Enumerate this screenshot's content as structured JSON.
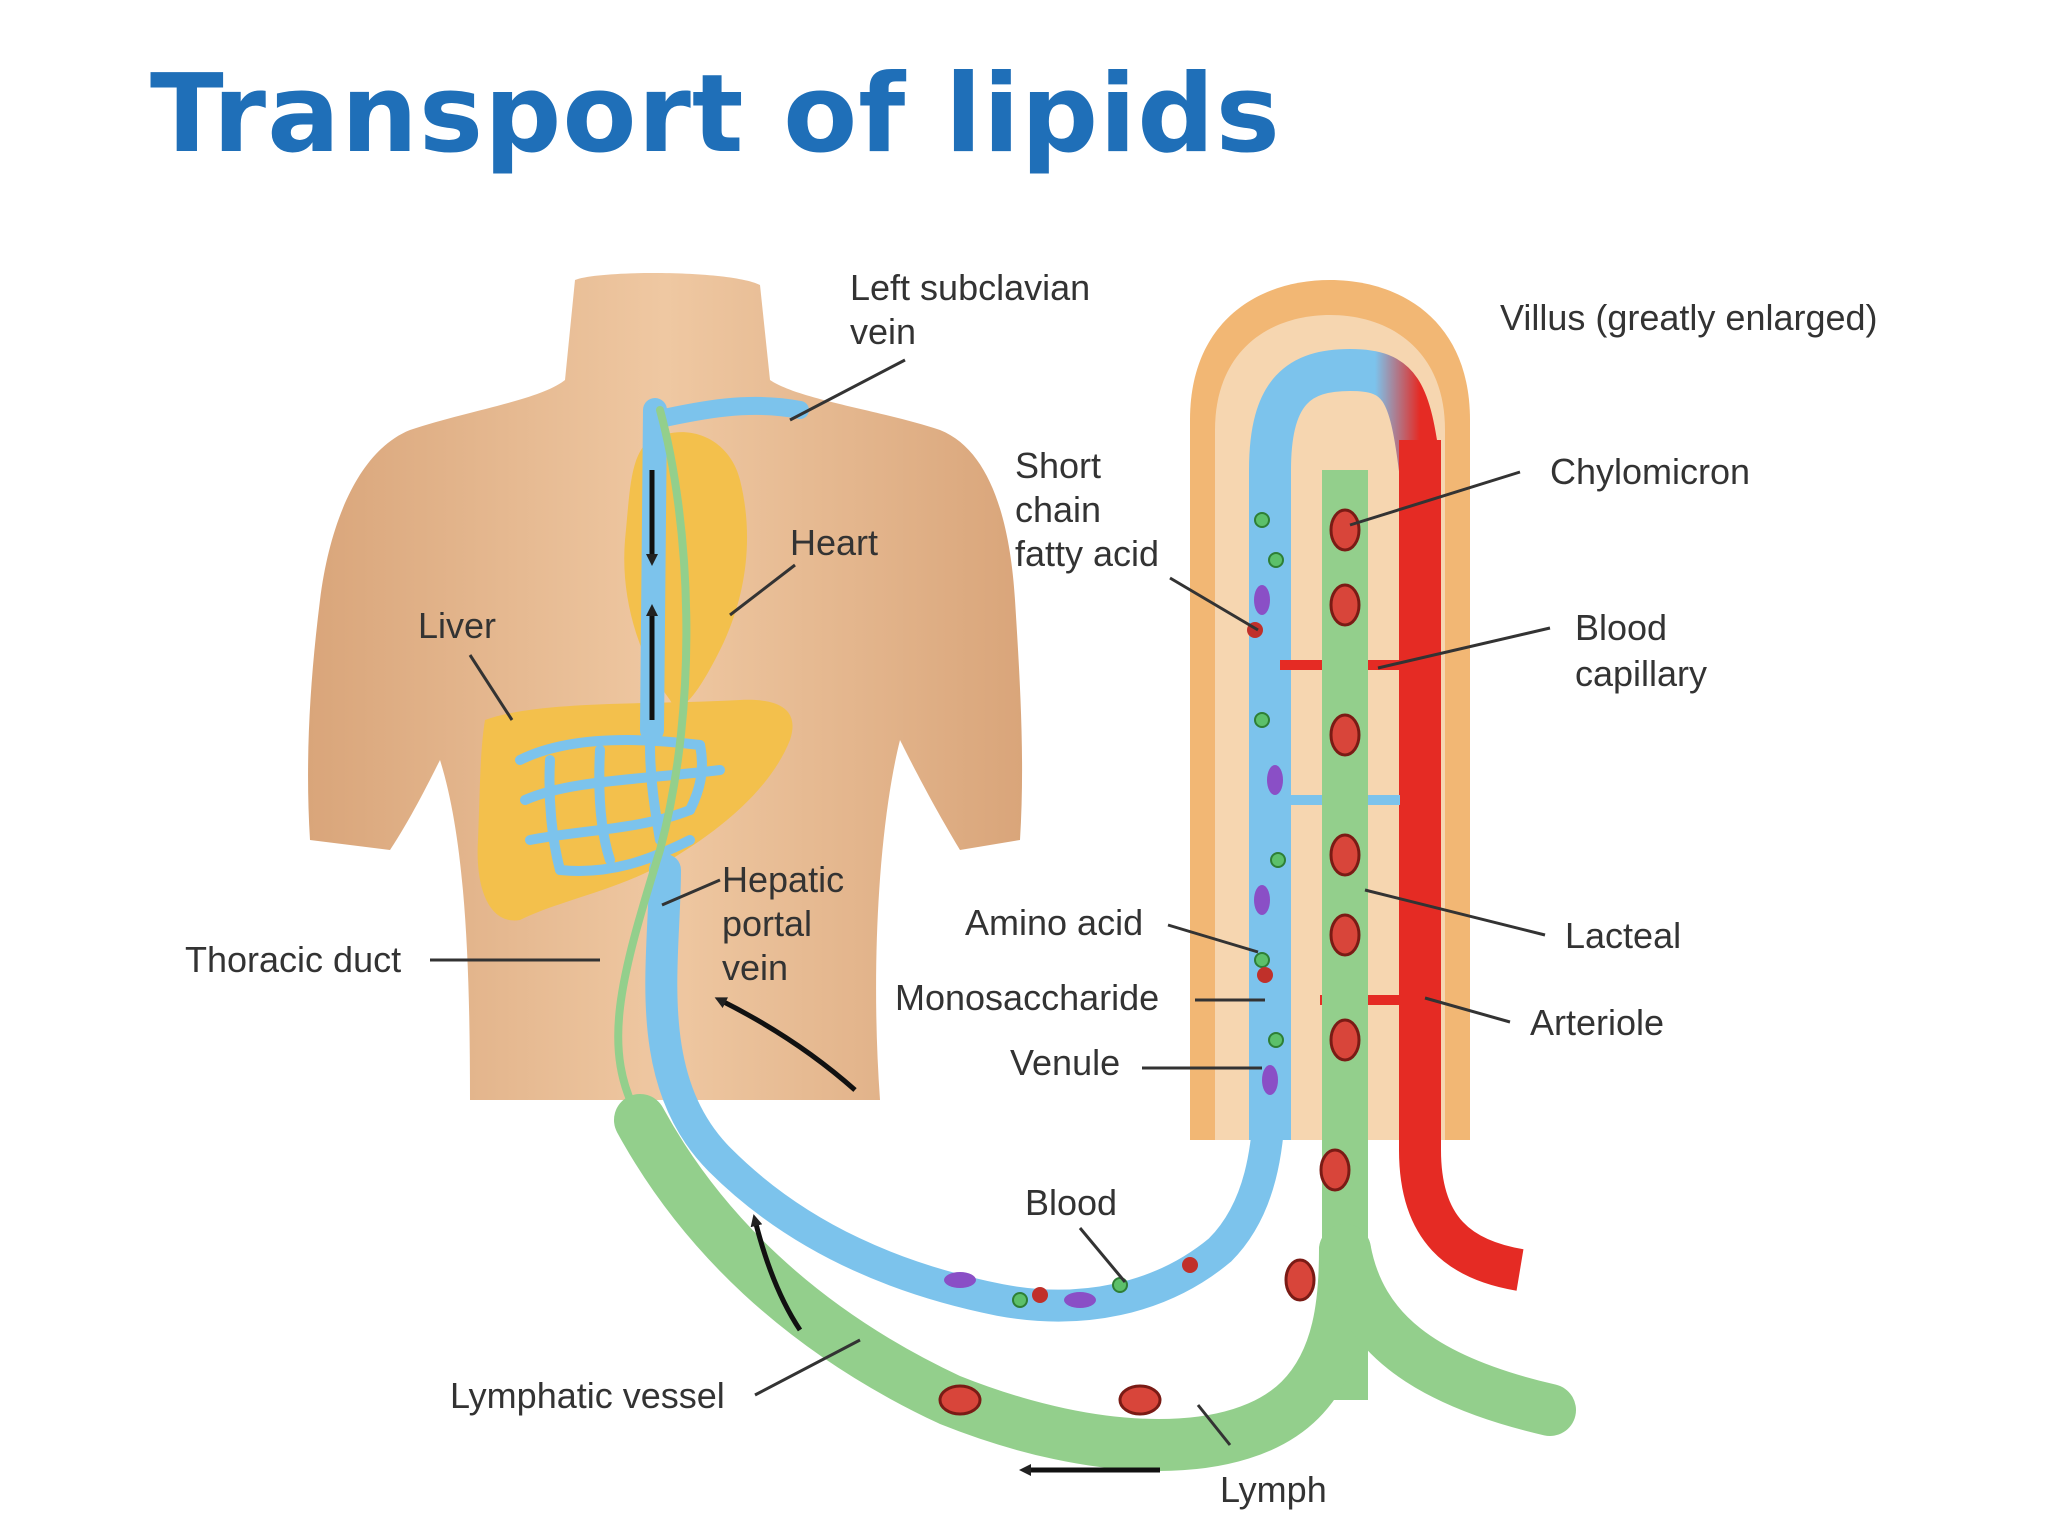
{
  "title": "Transport of lipids",
  "colors": {
    "title": "#1f6fb8",
    "skin": "#ecc19a",
    "organ": "#f3c04c",
    "blood_vessel": "#7cc3ec",
    "lymph_vessel": "#93cf8c",
    "artery": "#e52b24",
    "villus": "#f2b774",
    "label_text": "#333333"
  },
  "labels": {
    "left_subclavian_vein": [
      "Left subclavian",
      "vein"
    ],
    "heart": [
      "Heart"
    ],
    "liver": [
      "Liver"
    ],
    "hepatic_portal_vein": [
      "Hepatic",
      "portal",
      "vein"
    ],
    "thoracic_duct": [
      "Thoracic duct"
    ],
    "villus": [
      "Villus (greatly enlarged)"
    ],
    "short_chain_fatty_acid": [
      "Short",
      "chain",
      "fatty acid"
    ],
    "chylomicron": [
      "Chylomicron"
    ],
    "blood_capillary": [
      "Blood",
      "capillary"
    ],
    "amino_acid": [
      "Amino acid"
    ],
    "monosaccharide": [
      "Monosaccharide"
    ],
    "venule": [
      "Venule"
    ],
    "lacteal": [
      "Lacteal"
    ],
    "arteriole": [
      "Arteriole"
    ],
    "blood": [
      "Blood"
    ],
    "lymphatic_vessel": [
      "Lymphatic vessel"
    ],
    "lymph": [
      "Lymph"
    ]
  }
}
